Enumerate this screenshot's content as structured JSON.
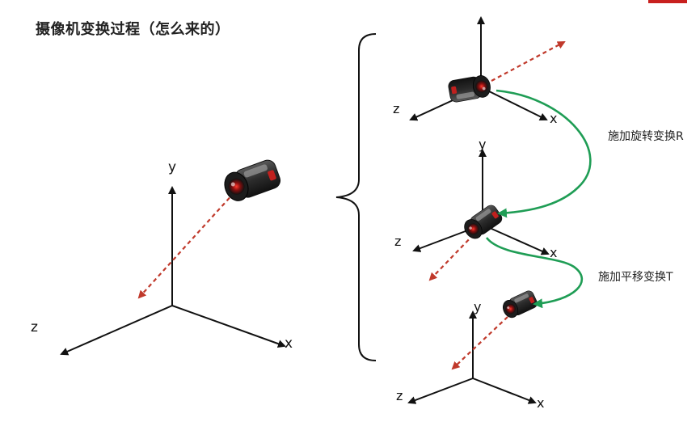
{
  "title": "摄像机变换过程（怎么来的）",
  "annotations": {
    "rotation": "施加旋转变换R",
    "translation": "施加平移变换T"
  },
  "axis_labels": {
    "x": "x",
    "y": "y",
    "z": "z"
  },
  "colors": {
    "axis": "#111111",
    "view_direction": "#c0392b",
    "transform_arrow": "#1f9d55",
    "camera_body": "#2b2b2b",
    "camera_lens": "#c0201e",
    "accent_bar": "#c8201e"
  },
  "icons": {
    "camera": "video-camera-icon"
  }
}
